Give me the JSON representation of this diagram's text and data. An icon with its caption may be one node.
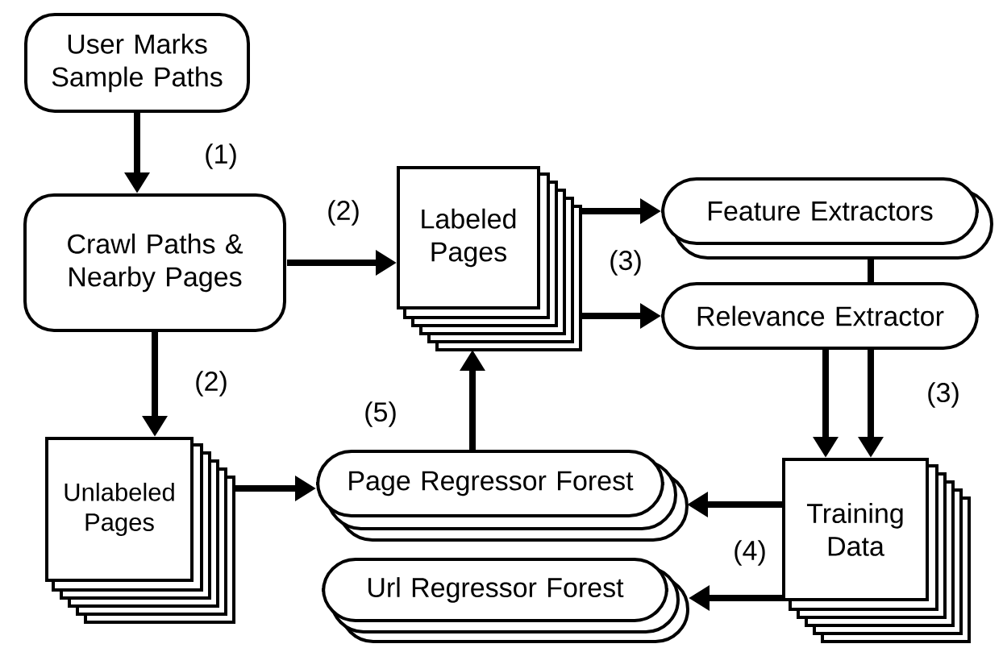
{
  "diagram": {
    "nodes": [
      {
        "text": [
          "User Marks Sample Paths"
        ]
      },
      {
        "text": [
          "Crawl Paths & Nearby Pages"
        ]
      },
      {
        "text": [
          "Labeled Pages"
        ]
      },
      {
        "text": [
          "Feature Extractors"
        ]
      },
      {
        "text": [
          "Relevance Extractor"
        ]
      },
      {
        "text": [
          "Unlabeled Pages"
        ]
      },
      {
        "text": [
          "Page Regressor Forest"
        ]
      },
      {
        "text": [
          "Training Data"
        ]
      },
      {
        "text": [
          "Url Regressor Forest"
        ]
      }
    ],
    "edges": [
      {
        "from": 0,
        "to": 1,
        "arrow": "to",
        "label": "(1)"
      },
      {
        "from": 1,
        "to": 2,
        "arrow": "to",
        "label": "(2)"
      },
      {
        "from": 1,
        "to": 5,
        "arrow": "to",
        "label": "(2)"
      },
      {
        "from": 2,
        "to": 3,
        "arrow": "to",
        "label": "(3)"
      },
      {
        "from": 2,
        "to": 4,
        "arrow": "to"
      },
      {
        "from": 3,
        "to": 4,
        "arrow": "none"
      },
      {
        "from": 4,
        "to": 7,
        "arrow": "to"
      },
      {
        "from": 4,
        "to": 7,
        "arrow": "to",
        "label": "(3)"
      },
      {
        "from": 5,
        "to": 6,
        "arrow": "to"
      },
      {
        "from": 6,
        "to": 2,
        "arrow": "to",
        "label": "(5)"
      },
      {
        "from": 7,
        "to": 6,
        "arrow": "to"
      },
      {
        "from": 7,
        "to": 8,
        "arrow": "to",
        "label": "(4)"
      }
    ]
  }
}
